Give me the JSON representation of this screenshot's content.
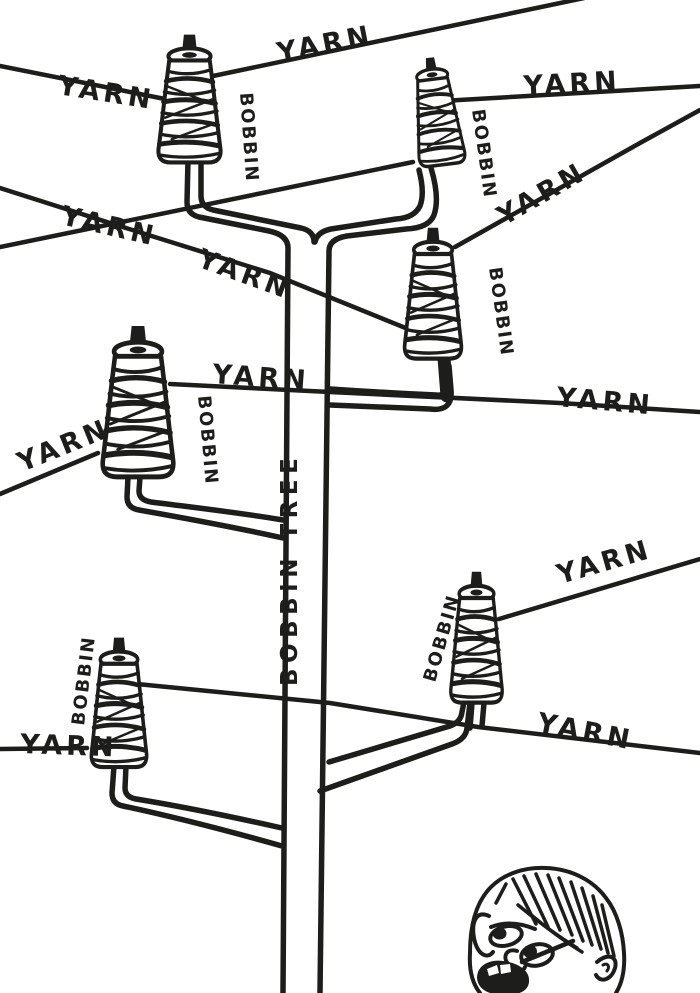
{
  "artwork": {
    "background_color": "#ffffff",
    "ink_color": "#1d1d1b",
    "labels": {
      "trunk": "BOBBIN TREE",
      "yarn": "YARN",
      "bobbin": "BOBBIN"
    },
    "counts": {
      "bobbins": 6,
      "yarn_labels": 12,
      "bobbin_labels": 6
    },
    "figure": "bald head with open mouth looking up, bottom-right corner"
  }
}
